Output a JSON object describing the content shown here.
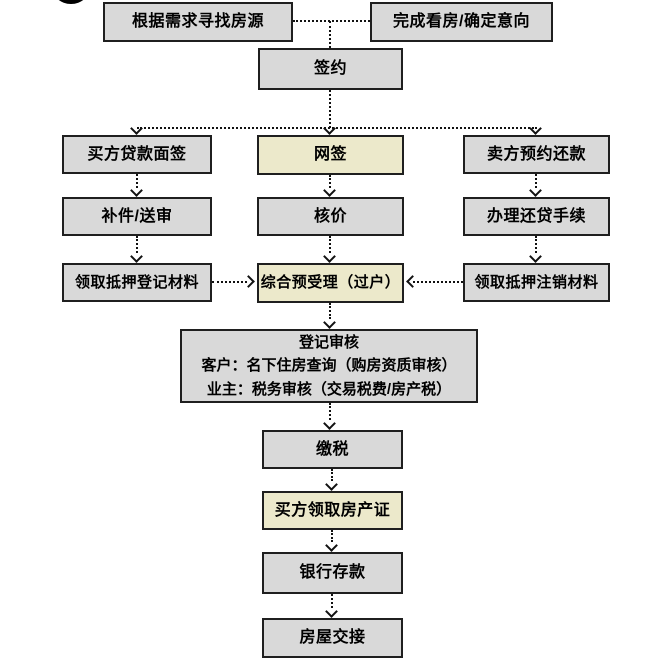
{
  "flowchart": {
    "steps": {
      "find_listing": "根据需求寻找房源",
      "confirm_intent": "完成看房/确定意向",
      "sign_contract": "签约",
      "buyer_loan_interview": "买方贷款面签",
      "online_signing": "网签",
      "seller_repay_appointment": "卖方预约还款",
      "supplement_review": "补件/送审",
      "price_verification": "核价",
      "loan_repayment_procedure": "办理还贷手续",
      "mortgage_registration_materials": "领取抵押登记材料",
      "pre_acceptance_transfer": "综合预受理（过户）",
      "mortgage_cancellation_materials": "领取抵押注销材料",
      "registration_review_title": "登记审核",
      "registration_review_line2": "客户：名下住房查询（购房资质审核）",
      "registration_review_line3": "业主：税务审核（交易税费/房产税）",
      "pay_tax": "缴税",
      "buyer_get_certificate": "买方领取房产证",
      "bank_deposit": "银行存款",
      "house_handover": "房屋交接"
    },
    "colors": {
      "box_fill_gray": "#d9d9d9",
      "box_fill_highlight": "#ece9cb",
      "box_border": "#1f1f1f",
      "connector": "#111111",
      "background": "#ffffff"
    }
  }
}
